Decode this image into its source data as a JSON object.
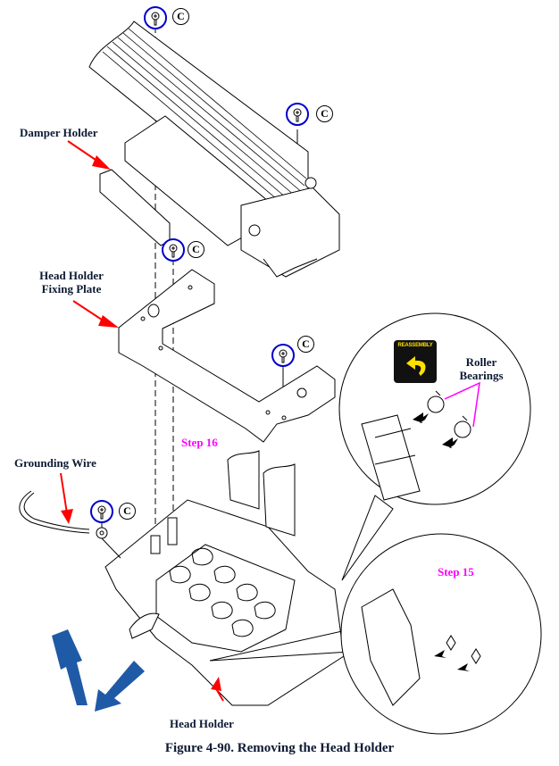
{
  "figure": {
    "caption": "Figure 4-90.  Removing the Head Holder",
    "labels": {
      "damper_holder": "Damper Holder",
      "head_holder_fixing_plate_line1": "Head Holder",
      "head_holder_fixing_plate_line2": "Fixing Plate",
      "grounding_wire": "Grounding Wire",
      "head_holder": "Head Holder",
      "roller_bearings_line1": "Roller",
      "roller_bearings_line2": "Bearings"
    },
    "steps": {
      "step16": "Step 16",
      "step15": "Step 15"
    },
    "screw_marker": "C",
    "reassembly_badge": "REASSEMBLY",
    "colors": {
      "callout_arrow": "#ff0000",
      "screw_highlight": "#0000cc",
      "step_text": "#ff00ff",
      "leader_line": "#ff00ff",
      "direction_arrow": "#1f5aa6",
      "badge_bg": "#111111",
      "badge_fg": "#ffe000"
    }
  }
}
